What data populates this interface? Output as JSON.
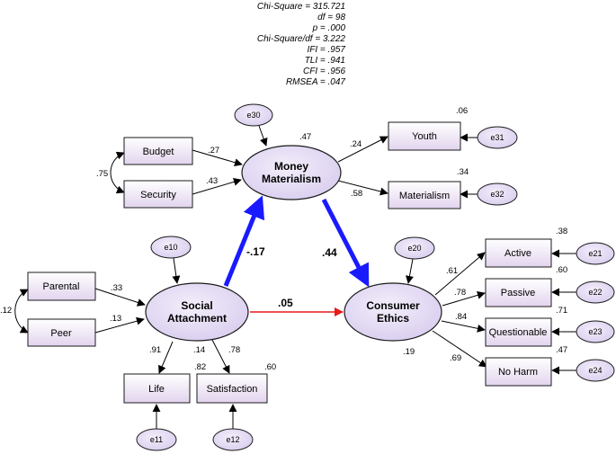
{
  "fit_stats": [
    "Chi-Square = 315.721",
    "df = 98",
    "p = .000",
    "Chi-Square/df = 3.222",
    "IFI = .957",
    "TLI = .941",
    "CFI = .956",
    "RMSEA = .047"
  ],
  "latents": {
    "money_materialism": {
      "line1": "Money",
      "line2": "Materialism",
      "r2": ".47"
    },
    "social_attachment": {
      "line1": "Social",
      "line2": "Attachment",
      "r2": ".14"
    },
    "consumer_ethics": {
      "line1": "Consumer",
      "line2": "Ethics",
      "r2": ".19"
    }
  },
  "observed": {
    "budget": "Budget",
    "security": "Security",
    "youth": "Youth",
    "materialism": "Materialism",
    "parental": "Parental",
    "peer": "Peer",
    "life": "Life",
    "satisfaction": "Satisfaction",
    "active": "Active",
    "passive": "Passive",
    "questionable": "Questionable",
    "no_harm": "No Harm"
  },
  "errors": {
    "e30": "e30",
    "e31": "e31",
    "e32": "e32",
    "e10": "e10",
    "e11": "e11",
    "e12": "e12",
    "e20": "e20",
    "e21": "e21",
    "e22": "e22",
    "e23": "e23",
    "e24": "e24"
  },
  "coefficients": {
    "budget_mm": ".27",
    "security_mm": ".43",
    "budget_security_cov": ".75",
    "mm_youth": ".24",
    "mm_materialism": ".58",
    "youth_r2": ".06",
    "materialism_r2": ".34",
    "parental_sa": ".33",
    "peer_sa": ".13",
    "parental_peer_cov": ".12",
    "sa_life": ".91",
    "sa_satisfaction": ".78",
    "life_r2": ".82",
    "satisfaction_r2": ".60",
    "sa_mm": "-.17",
    "mm_ce": ".44",
    "sa_ce": ".05",
    "ce_active": ".61",
    "ce_passive": ".78",
    "ce_questionable": ".84",
    "ce_noharm": ".69",
    "active_r2": ".38",
    "passive_r2": ".60",
    "questionable_r2": ".71",
    "noharm_r2": ".47"
  },
  "colors": {
    "box_fill_top": "#ffffff",
    "box_fill_bottom": "#e4d6f0",
    "ellipse_fill": "#ddd3f0",
    "strong_path": "#1a1aff",
    "weak_path": "#e8191a"
  }
}
